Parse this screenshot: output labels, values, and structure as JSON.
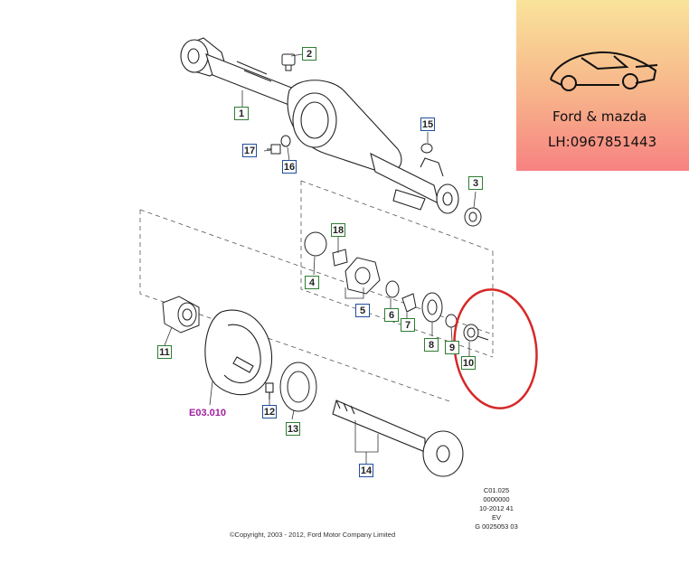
{
  "callouts": [
    "1",
    "2",
    "3",
    "4",
    "5",
    "6",
    "7",
    "8",
    "9",
    "10",
    "11",
    "12",
    "13",
    "14",
    "15",
    "16",
    "17",
    "18"
  ],
  "reference_link": "E03.010",
  "code_block": [
    "C01.025",
    "0000000",
    "10-2012 41",
    "EV",
    "G 0025053 03"
  ],
  "copyright": "©Copyright, 2003 - 2012, Ford Motor Company Limited",
  "banner": {
    "line1": "Ford & mazda",
    "line2": "LH:0967851443"
  },
  "colors": {
    "callout_green": "#2e7d32",
    "callout_blue": "#1f4e9e",
    "reference_purple": "#a020a0",
    "highlight_red": "#d62828",
    "banner_top": "#f9e39a",
    "banner_bottom": "#f78282"
  }
}
